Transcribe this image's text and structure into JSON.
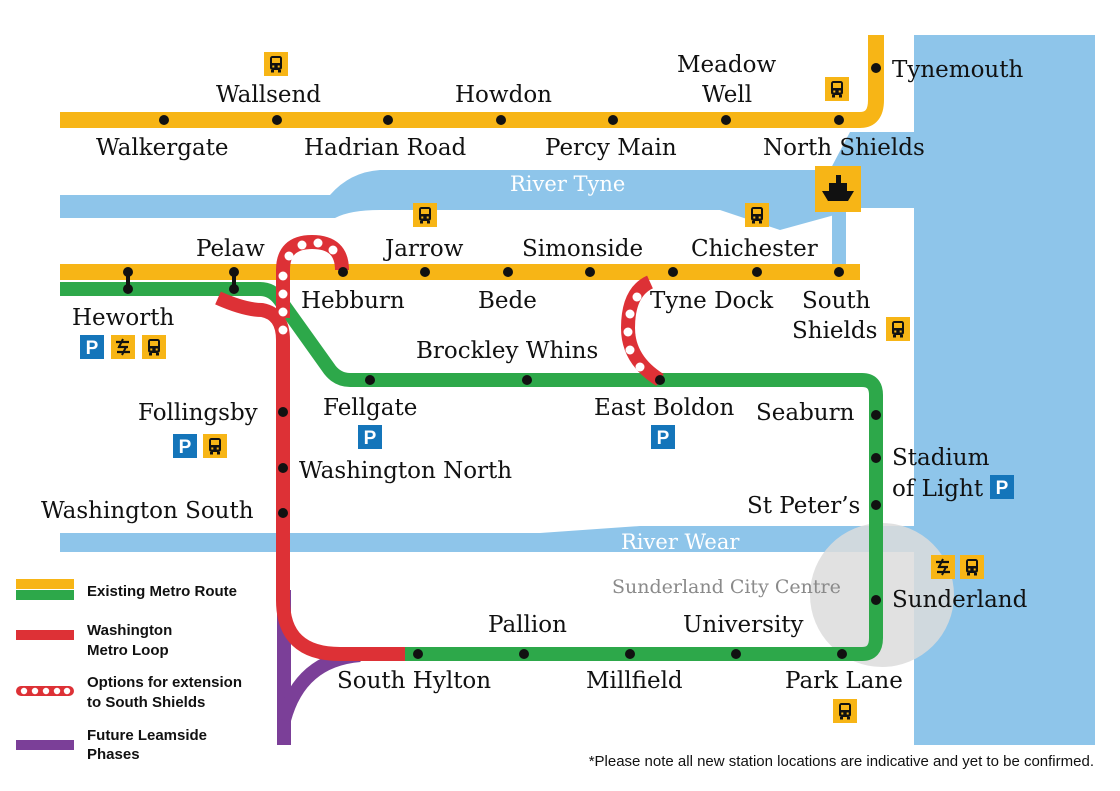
{
  "colors": {
    "yellow": "#F7B516",
    "green": "#2DA84A",
    "red": "#DD3136",
    "purple": "#7B3F98",
    "water": "#8EC5EA",
    "parking": "#1475BA",
    "bus": "#F7B516",
    "city": "#DCDCDC"
  },
  "stations": {
    "tynemouth": "Tynemouth",
    "wallsend": "Wallsend",
    "howdon": "Howdon",
    "meadow_well_1": "Meadow",
    "meadow_well_2": "Well",
    "walkergate": "Walkergate",
    "hadrian_road": "Hadrian Road",
    "percy_main": "Percy Main",
    "north_shields": "North Shields",
    "pelaw": "Pelaw",
    "jarrow": "Jarrow",
    "simonside": "Simonside",
    "chichester": "Chichester",
    "hebburn": "Hebburn",
    "bede": "Bede",
    "tyne_dock": "Tyne Dock",
    "south_shields_1": "South",
    "south_shields_2": "Shields",
    "heworth": "Heworth",
    "brockley_whins": "Brockley Whins",
    "follingsby": "Follingsby",
    "fellgate": "Fellgate",
    "east_boldon": "East Boldon",
    "seaburn": "Seaburn",
    "washington_north": "Washington North",
    "stadium_of_light_1": "Stadium",
    "stadium_of_light_2": "of Light",
    "st_peters": "St Peter’s",
    "washington_south": "Washington South",
    "sunderland": "Sunderland",
    "pallion": "Pallion",
    "university": "University",
    "south_hylton": "South Hylton",
    "millfield": "Millfield",
    "park_lane": "Park Lane"
  },
  "areas": {
    "river_tyne": "River Tyne",
    "river_wear": "River Wear",
    "sunderland_city_centre": "Sunderland City Centre"
  },
  "icons": {
    "parking": "P",
    "bus": "bus-icon",
    "rail": "national-rail-icon",
    "ferry": "ferry-icon"
  },
  "legend": {
    "existing": "Existing Metro Route",
    "loop_1": "Washington",
    "loop_2": "Metro Loop",
    "options_1": "Options for extension",
    "options_2": "to South Shields",
    "future_1": "Future Leamside",
    "future_2": "Phases"
  },
  "note": "*Please note all new station locations are indicative and yet to be confirmed."
}
